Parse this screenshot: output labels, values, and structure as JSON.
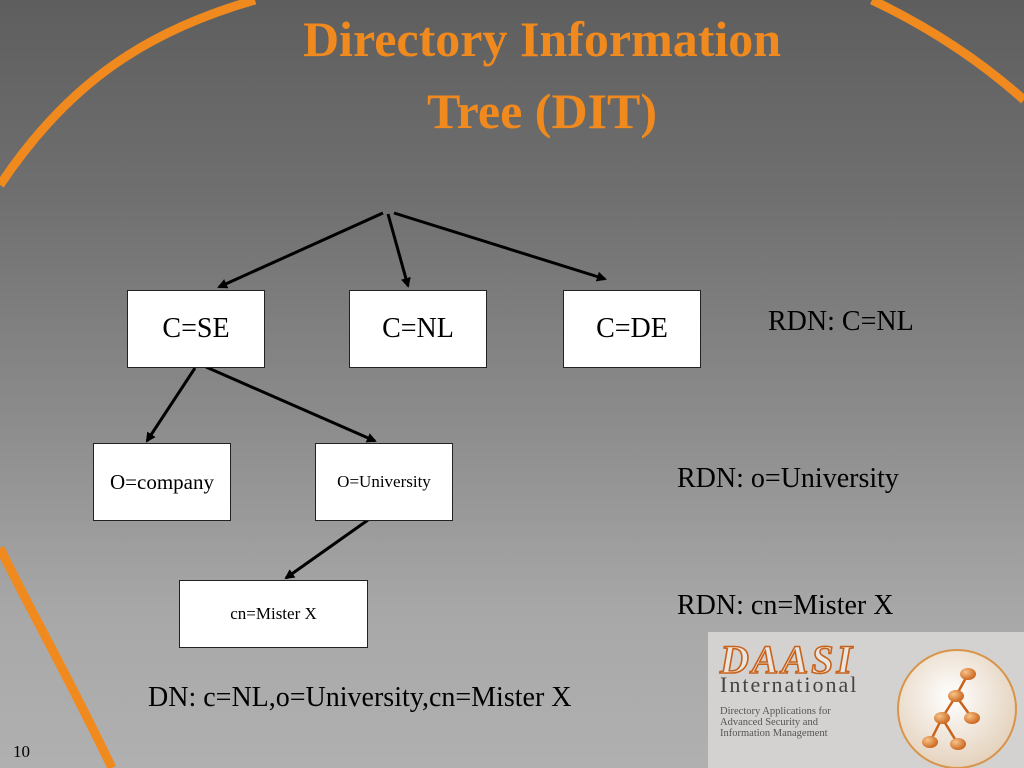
{
  "slide": {
    "title_line1": "Directory Information",
    "title_line2": "Tree (DIT)",
    "page_number": "10"
  },
  "tree": {
    "level1": [
      "C=SE",
      "C=NL",
      "C=DE"
    ],
    "level2": [
      "O=company",
      "O=University"
    ],
    "level3": [
      "cn=Mister X"
    ]
  },
  "rdn_labels": {
    "country": "RDN: C=NL",
    "org": "RDN: o=University",
    "person": "RDN: cn=Mister X"
  },
  "dn_label": "DN:  c=NL,o=University,cn=Mister X",
  "logo": {
    "brand": "DAASI",
    "subtitle": "International",
    "tagline": [
      "Directory Applications for",
      "Advanced Security and",
      "Information Management"
    ]
  },
  "colors": {
    "title": "#f08a1e",
    "arc": "#f08a1e",
    "logo_accent": "#c9621a"
  }
}
